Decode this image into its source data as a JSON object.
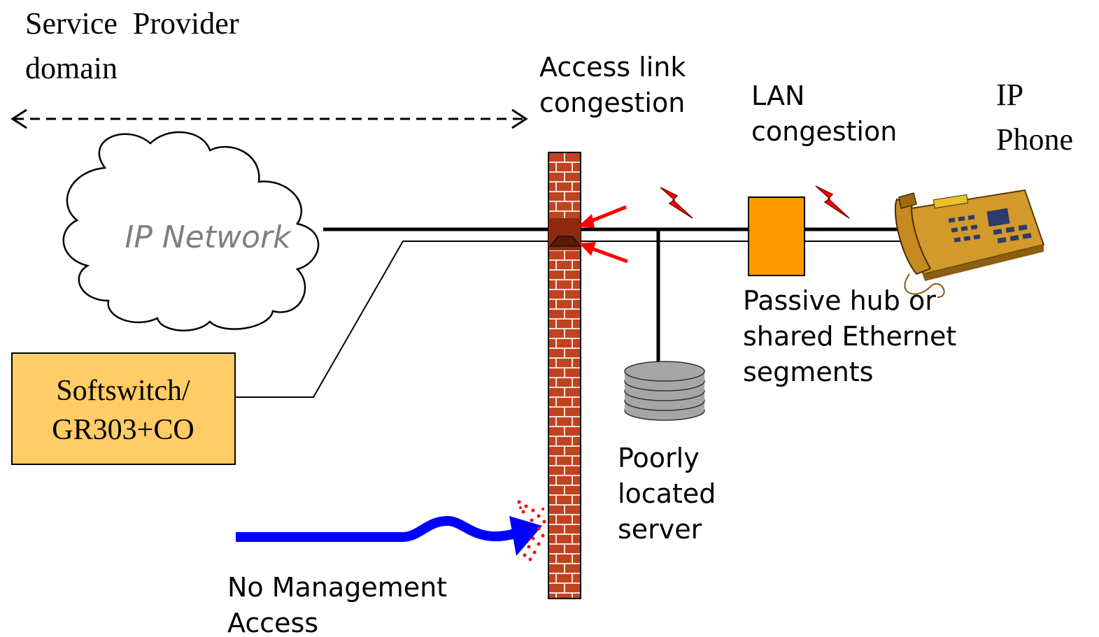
{
  "labels": {
    "service_provider_line1": "Service  Provider",
    "service_provider_line2": "domain",
    "ip_network": "IP Network",
    "access_link_line1": "Access link",
    "access_link_line2": "congestion",
    "lan_line1": "LAN",
    "lan_line2": "congestion",
    "ip_phone_line1": "IP",
    "ip_phone_line2": "Phone",
    "softswitch_line1": "Softswitch/",
    "softswitch_line2": "GR303+CO",
    "hub_line1": "Passive hub or",
    "hub_line2": "shared Ethernet",
    "hub_line3": "segments",
    "server_line1": "Poorly",
    "server_line2": "located",
    "server_line3": "server",
    "mgmt_line1": "No Management",
    "mgmt_line2": "Access"
  },
  "colors": {
    "softswitch_fill": "#ffcc66",
    "hub_fill": "#ff9900",
    "brick": "#c0431f",
    "mortar": "#f2e3d8",
    "congestion_arrow": "#ff0000",
    "mgmt_arrow": "#0000ff",
    "lightning": "#ff0000",
    "server_disk": "#a6a6a6",
    "phone_body": "#b8860b"
  }
}
